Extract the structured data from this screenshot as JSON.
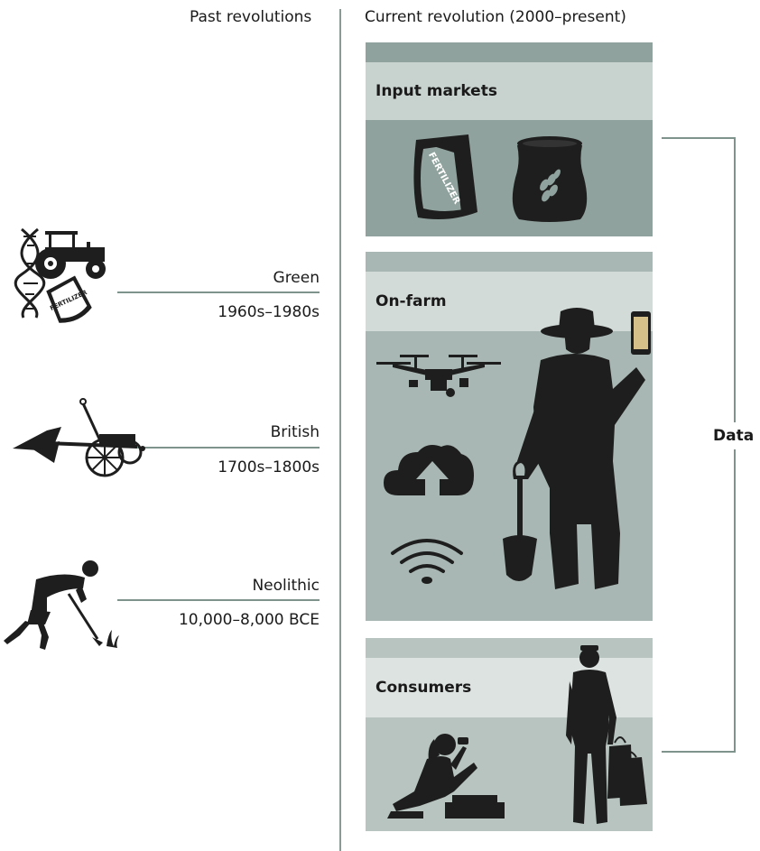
{
  "headers": {
    "past": "Past revolutions",
    "current": "Current revolution (2000–present)"
  },
  "past_revolutions": [
    {
      "name": "Green",
      "period": "1960s–1980s"
    },
    {
      "name": "British",
      "period": "1700s–1800s"
    },
    {
      "name": "Neolithic",
      "period": "10,000–8,000 BCE"
    }
  ],
  "current_revolution": {
    "panels": [
      {
        "title": "Input markets",
        "icons": [
          "fertilizer-bag-icon",
          "seed-sack-icon"
        ],
        "bag_text": "FERTILIZER"
      },
      {
        "title": "On-farm",
        "icons": [
          "drone-icon",
          "cloud-upload-icon",
          "wifi-icon",
          "farmer-with-phone-icon"
        ]
      },
      {
        "title": "Consumers",
        "icons": [
          "woman-eating-icon",
          "man-with-shopping-bags-icon"
        ]
      }
    ]
  },
  "data_label": "Data",
  "past_icons": {
    "green": [
      "dna-icon",
      "tractor-icon",
      "fertilizer-bag-icon"
    ],
    "green_bag_text": "FERTILIZER",
    "british": [
      "plough-icon"
    ],
    "neolithic": [
      "farmer-hoeing-icon"
    ]
  },
  "colors": {
    "panel_top_strip": "#8fa29d",
    "panel_title_band": "#c8d3d0",
    "panel_body": "#8fa29d",
    "panel_body_light": "#a8b7b3",
    "connector_line": "#7f938d",
    "silhouette": "#1e1e1e"
  }
}
